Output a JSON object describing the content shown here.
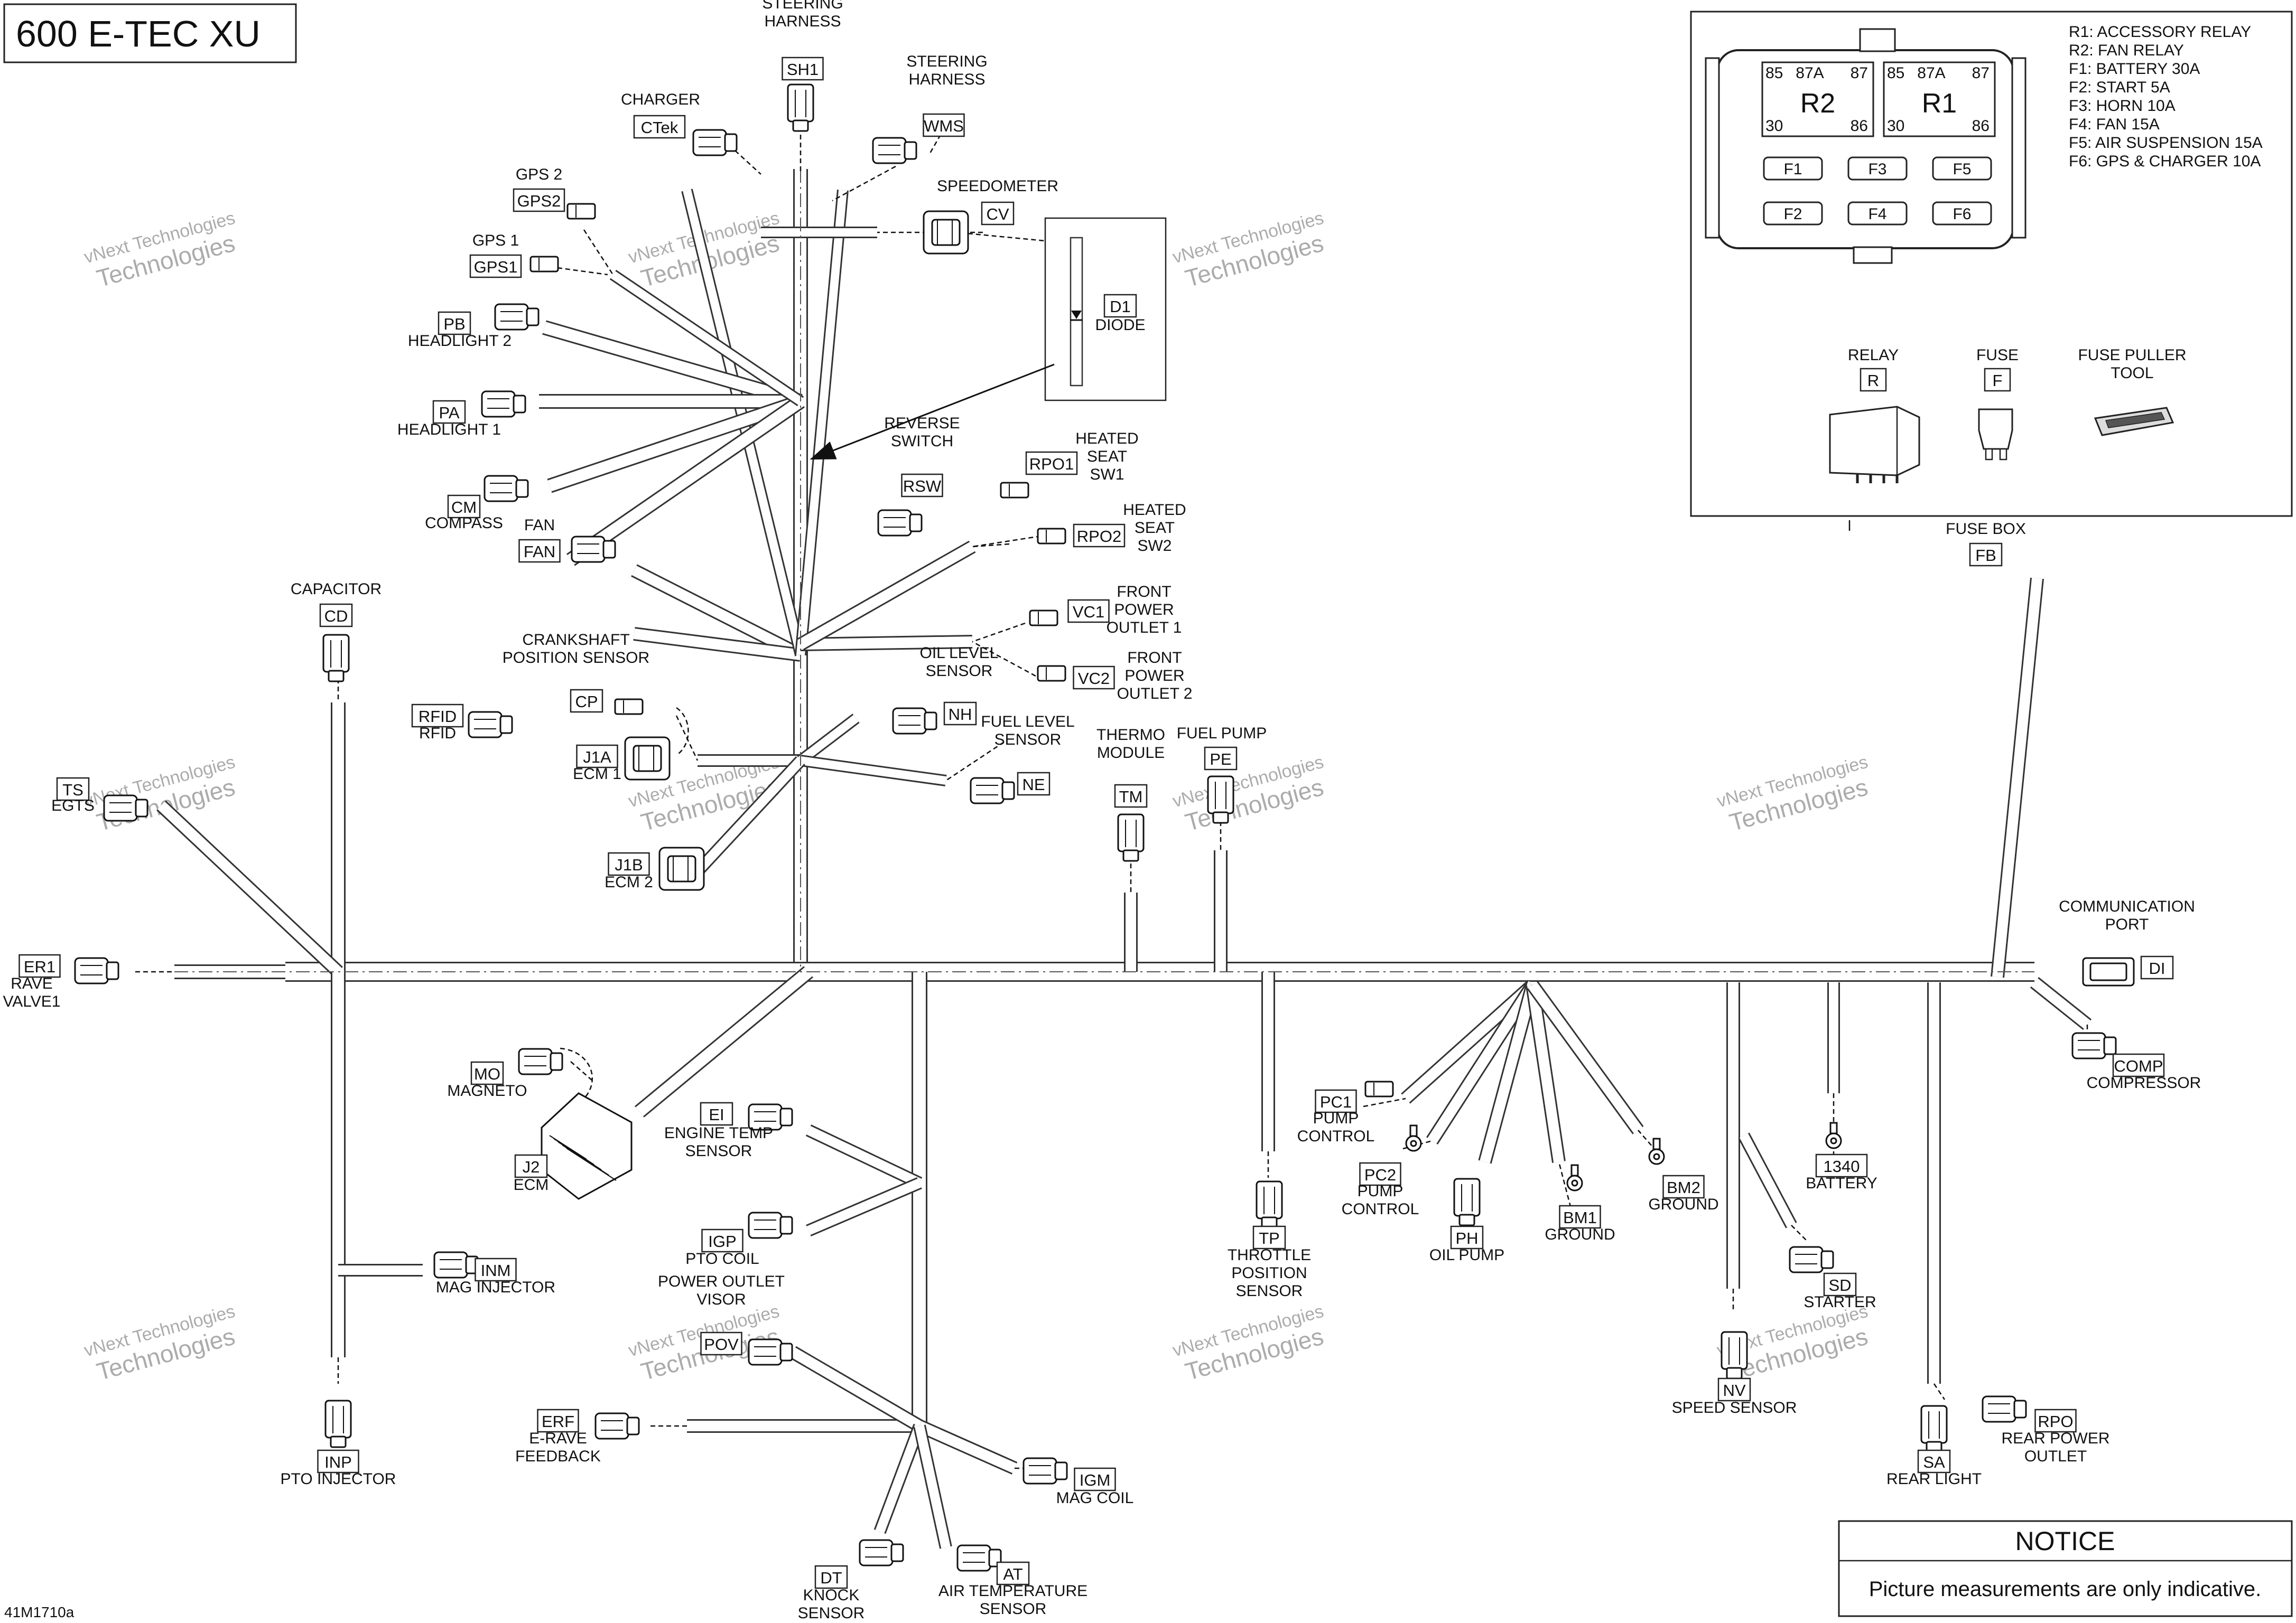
{
  "title": "600 E-TEC XU",
  "drawing_number": "41M1710a",
  "watermark": {
    "line1": "vNext Technologies",
    "line2": "Technologies"
  },
  "notice": {
    "heading": "NOTICE",
    "text": "Picture measurements are only indicative."
  },
  "fusebox": {
    "legend": [
      "R1: ACCESSORY RELAY",
      "R2: FAN RELAY",
      "F1: BATTERY 30A",
      "F2: START 5A",
      "F3: HORN 10A",
      "F4: FAN 15A",
      "F5: AIR SUSPENSION 15A",
      "F6: GPS & CHARGER 10A"
    ],
    "relays": [
      {
        "name": "R2",
        "pins": [
          "85",
          "87A",
          "87",
          "30",
          "86"
        ]
      },
      {
        "name": "R1",
        "pins": [
          "85",
          "87A",
          "87",
          "30",
          "86"
        ]
      }
    ],
    "fuses": [
      "F1",
      "F3",
      "F5",
      "F2",
      "F4",
      "F6"
    ],
    "parts": [
      {
        "label": "RELAY",
        "code": "R"
      },
      {
        "label": "FUSE",
        "code": "F"
      },
      {
        "label": "FUSE PULLER\nTOOL",
        "code": ""
      }
    ]
  },
  "connectors": [
    {
      "id": "SH1",
      "label": "STEERING\nHARNESS",
      "code": "SH1"
    },
    {
      "id": "WMS",
      "label": "STEERING\nHARNESS",
      "code": "WMS"
    },
    {
      "id": "CTek",
      "label": "CHARGER",
      "code": "CTek"
    },
    {
      "id": "GPS2",
      "label": "GPS 2",
      "code": "GPS2"
    },
    {
      "id": "CV",
      "label": "SPEEDOMETER",
      "code": "CV"
    },
    {
      "id": "GPS1",
      "label": "GPS 1",
      "code": "GPS1"
    },
    {
      "id": "D1",
      "label": "DIODE",
      "code": "D1"
    },
    {
      "id": "PB",
      "label": "HEADLIGHT 2",
      "code": "PB"
    },
    {
      "id": "PA",
      "label": "HEADLIGHT 1",
      "code": "PA"
    },
    {
      "id": "CM",
      "label": "COMPASS",
      "code": "CM"
    },
    {
      "id": "FAN",
      "label": "FAN",
      "code": "FAN"
    },
    {
      "id": "RSW",
      "label": "REVERSE\nSWITCH",
      "code": "RSW"
    },
    {
      "id": "RPO1",
      "label": "HEATED\nSEAT\nSW1",
      "code": "RPO1"
    },
    {
      "id": "RPO2",
      "label": "HEATED\nSEAT\nSW2",
      "code": "RPO2"
    },
    {
      "id": "VC1",
      "label": "FRONT\nPOWER\nOUTLET 1",
      "code": "VC1"
    },
    {
      "id": "VC2",
      "label": "FRONT\nPOWER\nOUTLET 2",
      "code": "VC2"
    },
    {
      "id": "CD",
      "label": "CAPACITOR",
      "code": "CD"
    },
    {
      "id": "CP",
      "label": "CRANKSHAFT\nPOSITION SENSOR",
      "code": "CP"
    },
    {
      "id": "RFID",
      "label": "RFID",
      "code": "RFID"
    },
    {
      "id": "J1A",
      "label": "ECM 1",
      "code": "J1A"
    },
    {
      "id": "NH",
      "label": "OIL LEVEL\nSENSOR",
      "code": "NH"
    },
    {
      "id": "NE",
      "label": "FUEL LEVEL\nSENSOR",
      "code": "NE"
    },
    {
      "id": "TM",
      "label": "THERMO\nMODULE",
      "code": "TM"
    },
    {
      "id": "PE",
      "label": "FUEL PUMP",
      "code": "PE"
    },
    {
      "id": "TS",
      "label": "EGTS",
      "code": "TS"
    },
    {
      "id": "J1B",
      "label": "ECM 2",
      "code": "J1B"
    },
    {
      "id": "FB",
      "label": "FUSE BOX",
      "code": "FB"
    },
    {
      "id": "DI",
      "label": "COMMUNICATION\nPORT",
      "code": "DI"
    },
    {
      "id": "ER1",
      "label": "RAVE\nVALVE1",
      "code": "ER1"
    },
    {
      "id": "COMP",
      "label": "COMPRESSOR",
      "code": "COMP"
    },
    {
      "id": "MO",
      "label": "MAGNETO",
      "code": "MO"
    },
    {
      "id": "EI",
      "label": "ENGINE TEMP\nSENSOR",
      "code": "EI"
    },
    {
      "id": "J2",
      "label": "ECM",
      "code": "J2"
    },
    {
      "id": "PC1",
      "label": "PUMP\nCONTROL",
      "code": "PC1"
    },
    {
      "id": "PC2",
      "label": "PUMP\nCONTROL",
      "code": "PC2"
    },
    {
      "id": "BM2",
      "label": "GROUND",
      "code": "BM2"
    },
    {
      "id": "1340",
      "label": "BATTERY",
      "code": "1340"
    },
    {
      "id": "IGP",
      "label": "PTO COIL",
      "code": "IGP"
    },
    {
      "id": "TP",
      "label": "THROTTLE\nPOSITION\nSENSOR",
      "code": "TP"
    },
    {
      "id": "PH",
      "label": "OIL PUMP",
      "code": "PH"
    },
    {
      "id": "BM1",
      "label": "GROUND",
      "code": "BM1"
    },
    {
      "id": "INM",
      "label": "MAG INJECTOR",
      "code": "INM"
    },
    {
      "id": "SD",
      "label": "STARTER",
      "code": "SD"
    },
    {
      "id": "POV",
      "label": "POWER OUTLET\nVISOR",
      "code": "POV"
    },
    {
      "id": "NV",
      "label": "SPEED SENSOR",
      "code": "NV"
    },
    {
      "id": "RPO",
      "label": "REAR POWER\nOUTLET",
      "code": "RPO"
    },
    {
      "id": "ERF",
      "label": "E-RAVE\nFEEDBACK",
      "code": "ERF"
    },
    {
      "id": "IGM",
      "label": "MAG COIL",
      "code": "IGM"
    },
    {
      "id": "INP",
      "label": "PTO INJECTOR",
      "code": "INP"
    },
    {
      "id": "SA",
      "label": "REAR LIGHT",
      "code": "SA"
    },
    {
      "id": "DT",
      "label": "KNOCK\nSENSOR",
      "code": "DT"
    },
    {
      "id": "AT",
      "label": "AIR TEMPERATURE\nSENSOR",
      "code": "AT"
    }
  ]
}
